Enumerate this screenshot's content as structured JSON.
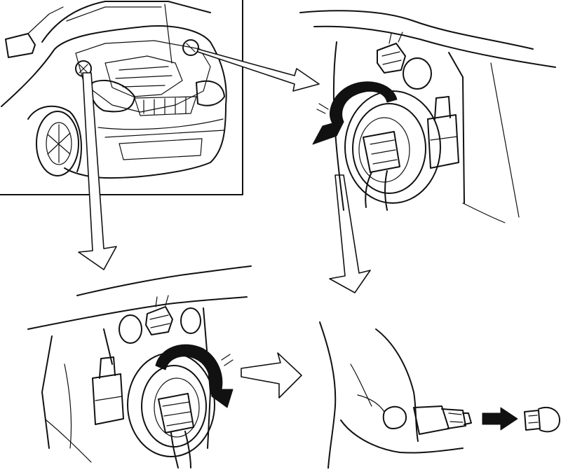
{
  "figure": {
    "panels": [
      {
        "id": "car-overview",
        "description_visible_text": ""
      },
      {
        "id": "right-headlamp",
        "description_visible_text": ""
      },
      {
        "id": "left-headlamp",
        "description_visible_text": ""
      },
      {
        "id": "bulb-removal",
        "description_visible_text": ""
      }
    ],
    "icons": [
      "flow-arrow-icon",
      "rotate-arrow-icon",
      "pull-arrow-icon",
      "callout-circle-icon"
    ],
    "colors": {
      "ink": "#111111",
      "paper": "#ffffff"
    }
  }
}
